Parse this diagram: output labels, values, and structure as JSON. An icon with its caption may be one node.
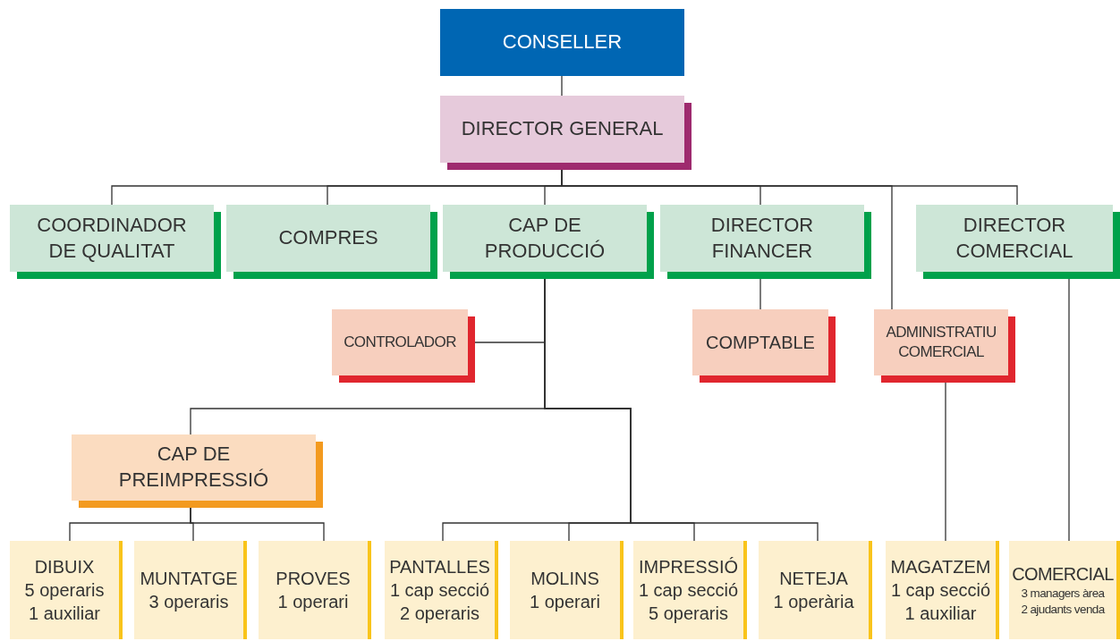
{
  "diagram": {
    "nodes": [
      {
        "text": [
          "CONSELLER"
        ]
      },
      {
        "text": [
          "DIRECTOR GENERAL"
        ]
      },
      {
        "text": [
          "COORDINADOR DE QUALITAT"
        ]
      },
      {
        "text": [
          "COMPRES"
        ]
      },
      {
        "text": [
          "CAP DE PRODUCCIÓ"
        ]
      },
      {
        "text": [
          "DIRECTOR FINANCER"
        ]
      },
      {
        "text": [
          "DIRECTOR COMERCIAL"
        ]
      },
      {
        "text": [
          "CONTROLADOR"
        ]
      },
      {
        "text": [
          "COMPTABLE"
        ]
      },
      {
        "text": [
          "ADMINISTRATIU COMERCIAL"
        ]
      },
      {
        "text": [
          "CAP DE PREIMPRESSIÓ"
        ]
      },
      {
        "text": [
          "DIBUIX",
          "5 operaris",
          "1 auxiliar"
        ]
      },
      {
        "text": [
          "MUNTATGE",
          "3 operaris"
        ]
      },
      {
        "text": [
          "PROVES",
          "1 operari"
        ]
      },
      {
        "text": [
          "PANTALLES",
          "1 cap secció",
          "2 operaris"
        ]
      },
      {
        "text": [
          "MOLINS",
          "1 operari"
        ]
      },
      {
        "text": [
          "IMPRESSIÓ",
          "1 cap secció",
          "5 operaris"
        ]
      },
      {
        "text": [
          "NETEJA",
          "1 operària"
        ]
      },
      {
        "text": [
          "MAGATZEM",
          "1 cap secció",
          "1 auxiliar"
        ]
      },
      {
        "text": [
          "COMERCIAL",
          "3 managers àrea",
          "2 ajudants venda"
        ]
      }
    ],
    "edges": [
      {
        "from": 0,
        "to": 1,
        "arrow": "none"
      },
      {
        "from": 1,
        "to": 2,
        "arrow": "none"
      },
      {
        "from": 1,
        "to": 3,
        "arrow": "none"
      },
      {
        "from": 1,
        "to": 4,
        "arrow": "none"
      },
      {
        "from": 1,
        "to": 5,
        "arrow": "none"
      },
      {
        "from": 1,
        "to": 9,
        "arrow": "none"
      },
      {
        "from": 1,
        "to": 6,
        "arrow": "none"
      },
      {
        "from": 4,
        "to": 7,
        "arrow": "none"
      },
      {
        "from": 4,
        "to": 10,
        "arrow": "none"
      },
      {
        "from": 4,
        "to": 14,
        "arrow": "none"
      },
      {
        "from": 4,
        "to": 15,
        "arrow": "none"
      },
      {
        "from": 4,
        "to": 16,
        "arrow": "none"
      },
      {
        "from": 4,
        "to": 17,
        "arrow": "none"
      },
      {
        "from": 10,
        "to": 11,
        "arrow": "none"
      },
      {
        "from": 10,
        "to": 12,
        "arrow": "none"
      },
      {
        "from": 10,
        "to": 13,
        "arrow": "none"
      },
      {
        "from": 5,
        "to": 8,
        "arrow": "none"
      },
      {
        "from": 9,
        "to": 18,
        "arrow": "none"
      },
      {
        "from": 6,
        "to": 19,
        "arrow": "none"
      }
    ]
  }
}
